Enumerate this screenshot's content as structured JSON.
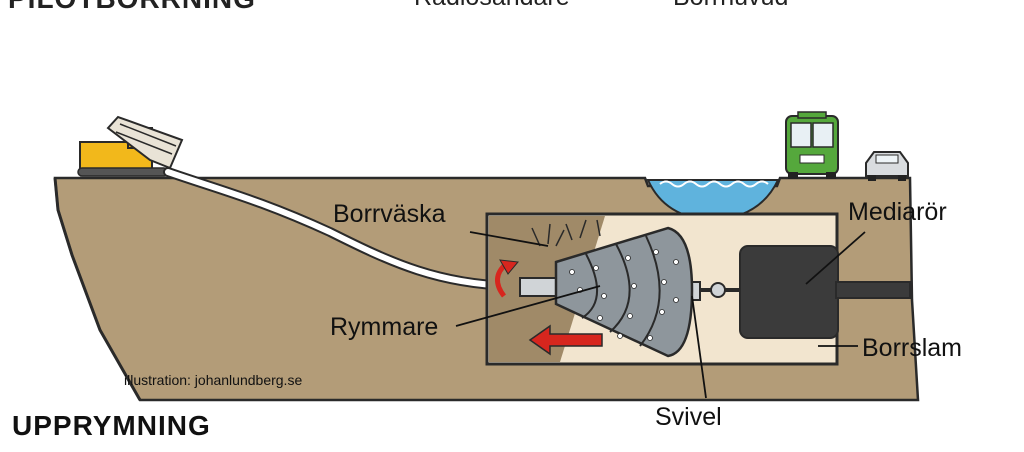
{
  "top_cut": {
    "heading": "PILOTBORRNING",
    "label_1": "Radiosändare",
    "label_2": "Borrhuvud"
  },
  "labels": {
    "borrvaska": "Borrväska",
    "rymmare": "Rymmare",
    "mediaror": "Mediarör",
    "borrslam": "Borrslam",
    "svivel": "Svivel"
  },
  "section_heading": "UPPRYMNING",
  "credit": "illustration: johanlundberg.se",
  "colors": {
    "soil": "#b39c78",
    "water": "#5fb3dd",
    "excavation": "#f2e5cf",
    "reamer": "#8e969c",
    "pipe": "#3b3b3b",
    "arrow": "#d7261e",
    "rig": "#f2b81b",
    "bus": "#55a83c"
  }
}
